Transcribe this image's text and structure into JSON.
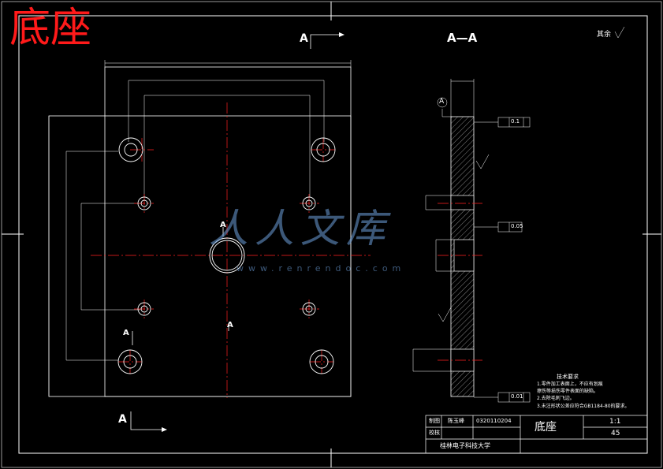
{
  "title": "底座",
  "view_label": "A—A",
  "section_mark": "A",
  "roughness_note": "其余",
  "datum": "A",
  "tolerances": {
    "flatness": "0.1",
    "perpendicular": "0.05",
    "parallel": "0.01"
  },
  "tech_requirements": {
    "heading": "技术要求",
    "items": [
      "1.零件加工表面上，不应有划痕",
      "擦伤等损伤零件表面的缺陷。",
      "2.去除毛刺飞边。",
      "3.未注形状公差应符合GB1184-80的要求。"
    ]
  },
  "title_block": {
    "drawn_label": "制图",
    "checked_label": "校核",
    "name": "陈玉峰",
    "student_id": "0320110204",
    "part_name": "底座",
    "scale": "1:1",
    "material": "45",
    "university": "桂林电子科技大学"
  },
  "watermark": {
    "text": "人人文库",
    "url": "www.renrendoc.com"
  },
  "colors": {
    "background": "#000000",
    "lines": "#ffffff",
    "centerlines": "#ff2020",
    "hatch": "#ffffff",
    "title": "#ff1a1a",
    "watermark": "#6ea0dc"
  }
}
